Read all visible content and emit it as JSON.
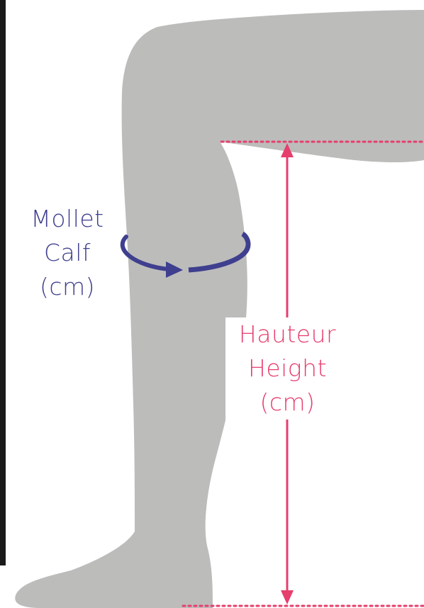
{
  "colors": {
    "leg": "#bcbcbb",
    "calf_accent": "#3f3f8f",
    "height_accent": "#e63e6d",
    "border": "#1a1a1a"
  },
  "calf_label": {
    "line1": "Mollet",
    "line2": "Calf",
    "line3": "(cm)"
  },
  "height_label": {
    "line1": "Hauteur",
    "line2": "Height",
    "line3": "(cm)"
  },
  "icons": {
    "calf_arrow": "circumference-arrow-icon",
    "height_arrow": "double-headed-arrow-icon"
  }
}
